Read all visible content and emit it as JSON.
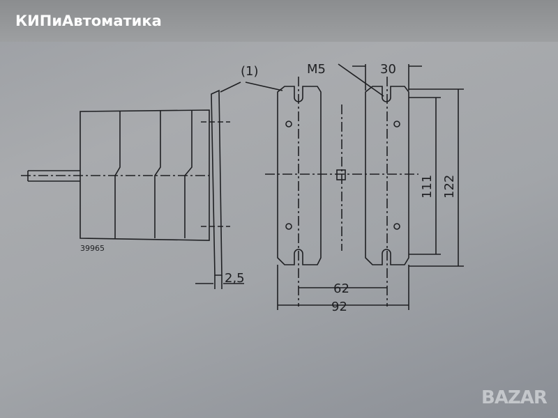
{
  "watermark": {
    "site": "КИПиАвтоматика",
    "logo": "BAZAR"
  },
  "drawing": {
    "part_number": "39965",
    "labels": {
      "item": "(1)",
      "thread": "M5",
      "dim_30": "30",
      "dim_111": "111",
      "dim_122": "122",
      "dim_62": "62",
      "dim_92": "92",
      "dim_2_5": "2,5"
    }
  }
}
